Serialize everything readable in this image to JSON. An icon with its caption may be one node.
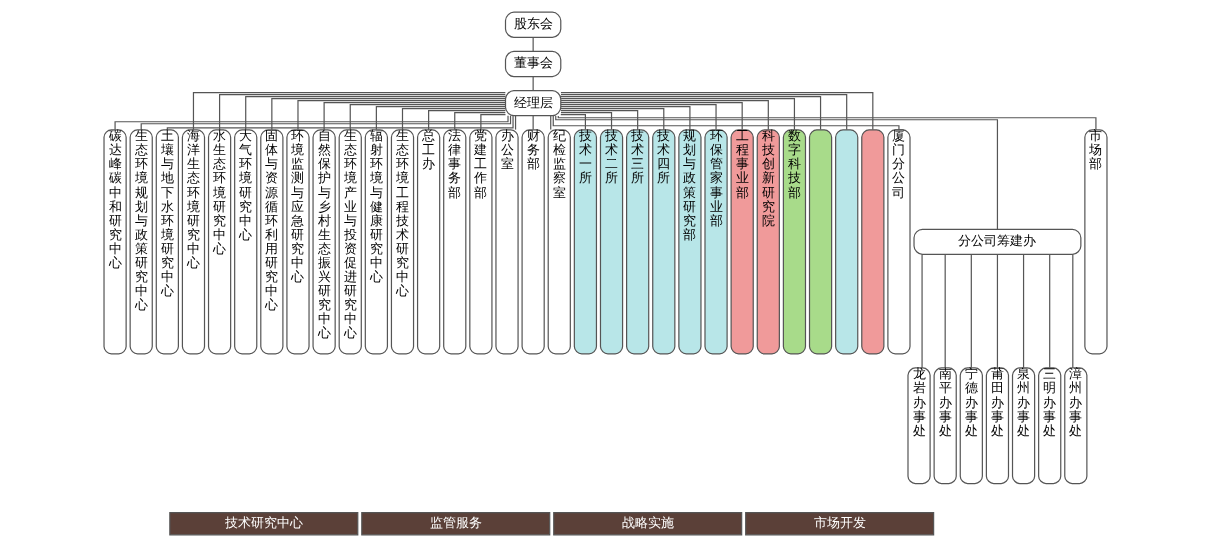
{
  "diagram": {
    "nodes": [
      {
        "text": [
          "股东会"
        ]
      },
      {
        "text": [
          "董事会"
        ]
      },
      {
        "text": [
          "经理层"
        ]
      },
      {
        "text": [
          "碳达峰碳中和研究中心"
        ]
      },
      {
        "text": [
          "生态环境规划与政策研究中心"
        ]
      },
      {
        "text": [
          "土壤与地下水环境研究中心"
        ]
      },
      {
        "text": [
          "海洋生态环境研究中心"
        ]
      },
      {
        "text": [
          "水生态环境研究中心"
        ]
      },
      {
        "text": [
          "大气环境研究中心"
        ]
      },
      {
        "text": [
          "固体与资源循环利用研究中心"
        ]
      },
      {
        "text": [
          "环境监测与应急研究中心"
        ]
      },
      {
        "text": [
          "自然保护与乡村生态振兴研究中心"
        ]
      },
      {
        "text": [
          "生态环境产业与投资促进研究中心"
        ]
      },
      {
        "text": [
          "辐射环境与健康研究中心"
        ]
      },
      {
        "text": [
          "生态环境工程技术研究中心"
        ]
      },
      {
        "text": [
          "总工办"
        ]
      },
      {
        "text": [
          "法律事务部"
        ]
      },
      {
        "text": [
          "党建工作部"
        ]
      },
      {
        "text": [
          "办公室"
        ]
      },
      {
        "text": [
          "财务部"
        ]
      },
      {
        "text": [
          "纪检监察室"
        ]
      },
      {
        "text": [
          "技术一所"
        ]
      },
      {
        "text": [
          "技术二所"
        ]
      },
      {
        "text": [
          "技术三所"
        ]
      },
      {
        "text": [
          "技术四所"
        ]
      },
      {
        "text": [
          "规划与政策研究部"
        ]
      },
      {
        "text": [
          "环保管家事业部"
        ]
      },
      {
        "text": [
          "工程事业部"
        ]
      },
      {
        "text": [
          "科技创新研究院"
        ]
      },
      {
        "text": [
          "数字科技部"
        ]
      },
      {
        "text": [],
        "shape": "box"
      },
      {
        "text": [],
        "shape": "box"
      },
      {
        "text": [],
        "shape": "box"
      },
      {
        "text": [
          "厦门分公司"
        ]
      },
      {
        "text": [
          "分公司筹建办"
        ]
      },
      {
        "text": [
          "龙岩办事处"
        ]
      },
      {
        "text": [
          "南平办事处"
        ]
      },
      {
        "text": [
          "宁德办事处"
        ]
      },
      {
        "text": [
          "莆田办事处"
        ]
      },
      {
        "text": [
          "泉州办事处"
        ]
      },
      {
        "text": [
          "三明办事处"
        ]
      },
      {
        "text": [
          "漳州办事处"
        ]
      },
      {
        "text": [
          "市场部"
        ]
      },
      {
        "text": [
          "技术研究中心"
        ]
      },
      {
        "text": [
          "监管服务"
        ]
      },
      {
        "text": [
          "战略实施"
        ]
      },
      {
        "text": [
          "市场开发"
        ]
      }
    ],
    "edges": [
      {
        "from": 0,
        "to": 1,
        "arrow": "none"
      },
      {
        "from": 1,
        "to": 2,
        "arrow": "none"
      },
      {
        "from": 2,
        "to": 3,
        "arrow": "none"
      },
      {
        "from": 2,
        "to": 4,
        "arrow": "none"
      },
      {
        "from": 2,
        "to": 5,
        "arrow": "none"
      },
      {
        "from": 2,
        "to": 6,
        "arrow": "none"
      },
      {
        "from": 2,
        "to": 7,
        "arrow": "none"
      },
      {
        "from": 2,
        "to": 8,
        "arrow": "none"
      },
      {
        "from": 2,
        "to": 9,
        "arrow": "none"
      },
      {
        "from": 2,
        "to": 10,
        "arrow": "none"
      },
      {
        "from": 2,
        "to": 11,
        "arrow": "none"
      },
      {
        "from": 2,
        "to": 12,
        "arrow": "none"
      },
      {
        "from": 2,
        "to": 13,
        "arrow": "none"
      },
      {
        "from": 2,
        "to": 14,
        "arrow": "none"
      },
      {
        "from": 2,
        "to": 15,
        "arrow": "none"
      },
      {
        "from": 2,
        "to": 16,
        "arrow": "none"
      },
      {
        "from": 2,
        "to": 17,
        "arrow": "none"
      },
      {
        "from": 2,
        "to": 18,
        "arrow": "none"
      },
      {
        "from": 2,
        "to": 19,
        "arrow": "none"
      },
      {
        "from": 2,
        "to": 20,
        "arrow": "none"
      },
      {
        "from": 2,
        "to": 21,
        "arrow": "none"
      },
      {
        "from": 2,
        "to": 22,
        "arrow": "none"
      },
      {
        "from": 2,
        "to": 23,
        "arrow": "none"
      },
      {
        "from": 2,
        "to": 24,
        "arrow": "none"
      },
      {
        "from": 2,
        "to": 25,
        "arrow": "none"
      },
      {
        "from": 2,
        "to": 26,
        "arrow": "none"
      },
      {
        "from": 2,
        "to": 27,
        "arrow": "none"
      },
      {
        "from": 2,
        "to": 28,
        "arrow": "none"
      },
      {
        "from": 2,
        "to": 29,
        "arrow": "none"
      },
      {
        "from": 2,
        "to": 30,
        "arrow": "none"
      },
      {
        "from": 2,
        "to": 31,
        "arrow": "none"
      },
      {
        "from": 2,
        "to": 32,
        "arrow": "none"
      },
      {
        "from": 2,
        "to": 33,
        "arrow": "none"
      },
      {
        "from": 2,
        "to": 34,
        "arrow": "none"
      },
      {
        "from": 2,
        "to": 42,
        "arrow": "none"
      },
      {
        "from": 34,
        "to": 35,
        "arrow": "none"
      },
      {
        "from": 34,
        "to": 36,
        "arrow": "none"
      },
      {
        "from": 34,
        "to": 37,
        "arrow": "none"
      },
      {
        "from": 34,
        "to": 38,
        "arrow": "none"
      },
      {
        "from": 34,
        "to": 39,
        "arrow": "none"
      },
      {
        "from": 34,
        "to": 40,
        "arrow": "none"
      },
      {
        "from": 34,
        "to": 41,
        "arrow": "none"
      }
    ]
  }
}
